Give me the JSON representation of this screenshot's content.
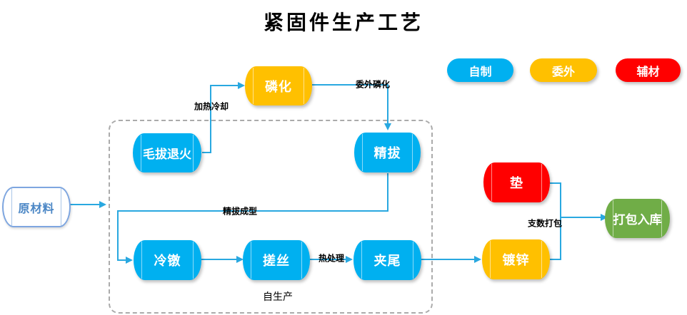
{
  "title": "紧固件生产工艺",
  "legend": [
    {
      "label": "自制",
      "color": "#00B0F0"
    },
    {
      "label": "委外",
      "color": "#FFC000"
    },
    {
      "label": "辅材",
      "color": "#FF0000"
    }
  ],
  "nodes": [
    {
      "id": "raw-material",
      "label": "原材料",
      "category": "raw"
    },
    {
      "id": "phosphating",
      "label": "磷化",
      "category": "outsourced"
    },
    {
      "id": "rough-draw-anneal",
      "label": "毛拔退火",
      "category": "self"
    },
    {
      "id": "fine-draw",
      "label": "精拔",
      "category": "self"
    },
    {
      "id": "cold-heading",
      "label": "冷镦",
      "category": "self"
    },
    {
      "id": "thread-rolling",
      "label": "搓丝",
      "category": "self"
    },
    {
      "id": "tail-clamping",
      "label": "夹尾",
      "category": "self"
    },
    {
      "id": "galvanizing",
      "label": "镀锌",
      "category": "outsourced"
    },
    {
      "id": "washer",
      "label": "垫",
      "category": "auxiliary"
    },
    {
      "id": "packing-storage",
      "label": "打包入库",
      "category": "storage"
    }
  ],
  "edge_labels": [
    {
      "id": "heating-cooling",
      "label": "加热冷却"
    },
    {
      "id": "outsourced-phosphating",
      "label": "委外磷化"
    },
    {
      "id": "fine-draw-forming",
      "label": "精拔成型"
    },
    {
      "id": "heat-treatment",
      "label": "热处理"
    },
    {
      "id": "count-packing",
      "label": "支数打包"
    }
  ],
  "group_label": "自生产",
  "colors": {
    "self": "#00B0F0",
    "outsourced": "#FFC000",
    "auxiliary": "#FF0000",
    "storage": "#70AD47",
    "raw_border": "#7EA6E0",
    "raw_text": "#4A86C5",
    "connector": "#29A8E0",
    "dashed_border": "#ABABAB"
  }
}
